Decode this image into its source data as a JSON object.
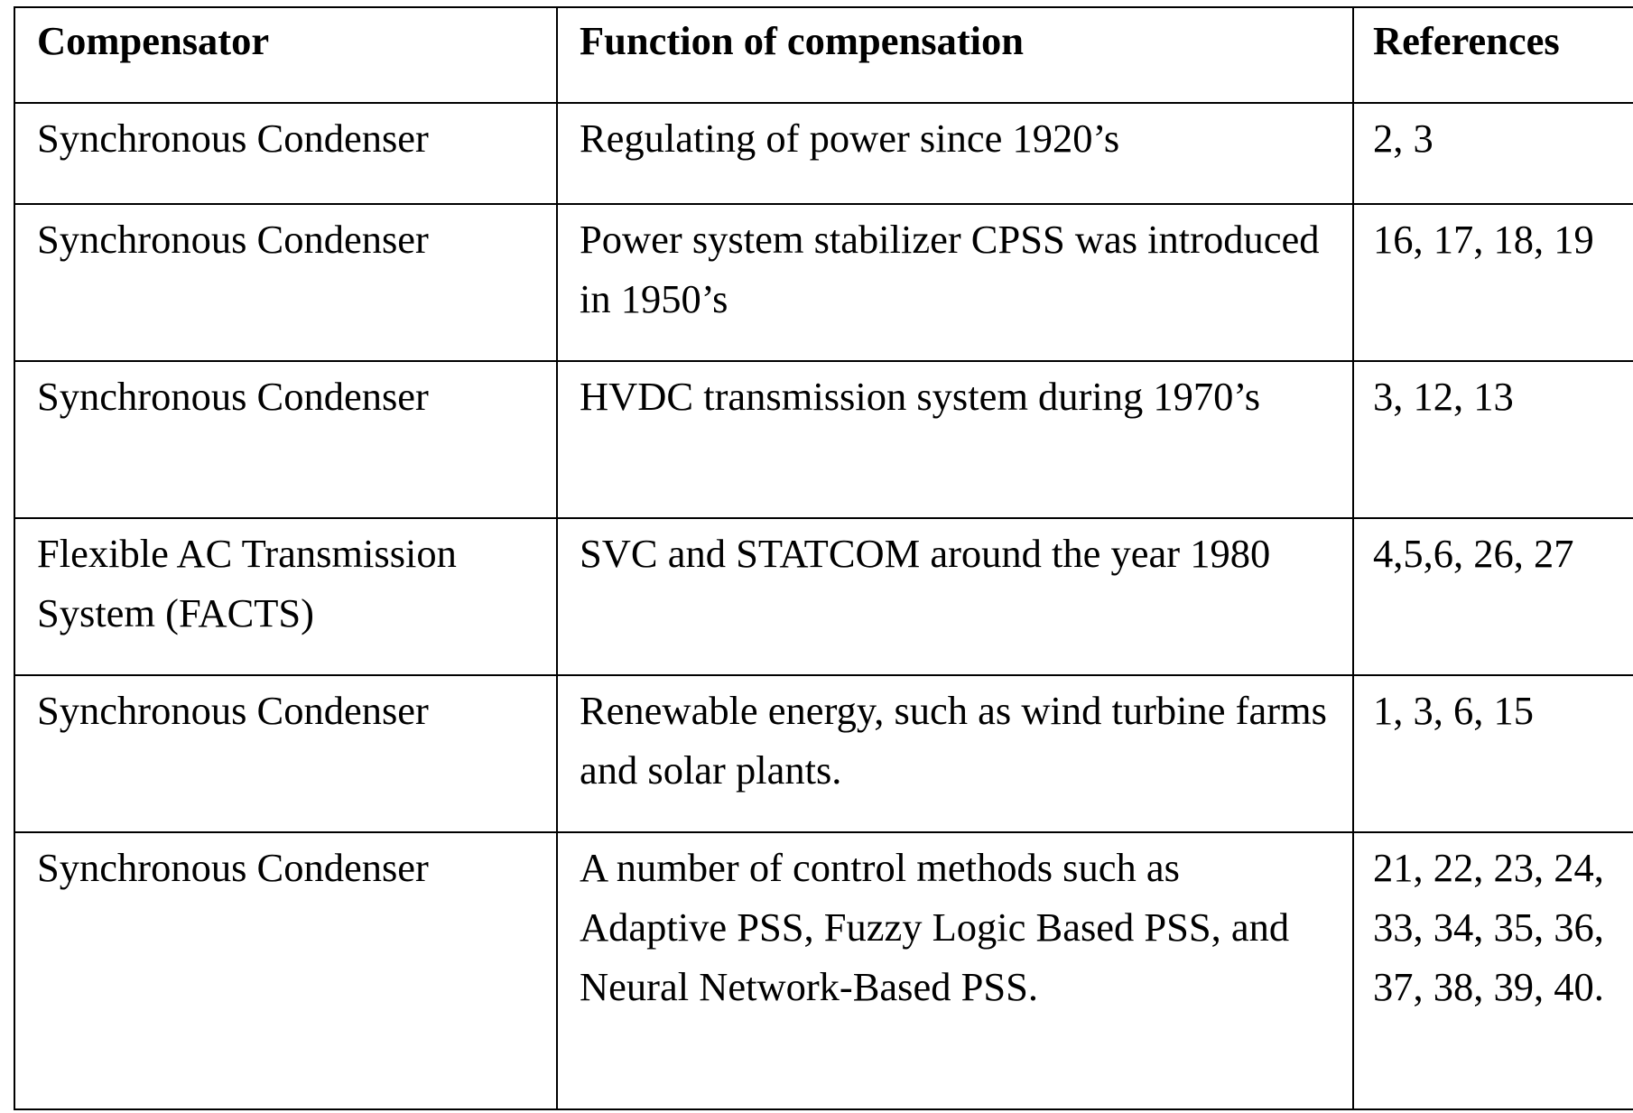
{
  "table": {
    "headers": {
      "compensator": "Compensator",
      "function": "Function of compensation",
      "references": "References"
    },
    "rows": [
      {
        "compensator": "Synchronous Condenser",
        "function": "Regulating of power since 1920’s",
        "references": "2, 3"
      },
      {
        "compensator": "Synchronous Condenser",
        "function": "Power system stabilizer CPSS was introduced in 1950’s",
        "references": "16, 17, 18, 19"
      },
      {
        "compensator": "Synchronous Condenser",
        "function": "HVDC transmission system during 1970’s",
        "references": "3, 12, 13"
      },
      {
        "compensator": "Flexible AC Transmission System (FACTS)",
        "function": "SVC and STATCOM around the year 1980",
        "references": "4,5,6, 26, 27"
      },
      {
        "compensator": "Synchronous Condenser",
        "function": "Renewable energy, such as wind turbine farms and solar plants.",
        "references": "1, 3, 6, 15"
      },
      {
        "compensator": "Synchronous Condenser",
        "function": "A number of control methods such as Adaptive PSS, Fuzzy Logic Based PSS, and Neural Network-Based PSS.",
        "references": "21, 22, 23, 24, 33, 34, 35, 36, 37, 38, 39, 40."
      }
    ]
  }
}
